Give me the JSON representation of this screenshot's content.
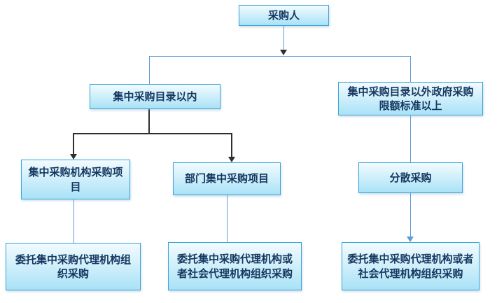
{
  "diagram": {
    "nodes": {
      "purchaser": "采购人",
      "within_catalog": "集中采购目录以内",
      "outside_catalog": "集中采购目录以外政府采购限额标准以上",
      "agency_project": "集中采购机构采购项目",
      "dept_project": "部门集中采购项目",
      "decentralized": "分散采购",
      "entrust_central": "委托集中采购代理机构组织采购",
      "entrust_central_or_social_mid": "委托集中采购代理机构或者社会代理机构组织采购",
      "entrust_central_or_social_right": "委托集中采购代理机构或者社会代理机构组织采购"
    },
    "colors": {
      "box_border": "#38a3d8",
      "box_fill_top": "#f2fbff",
      "box_fill_bottom": "#a9e2f7",
      "text": "#14375f",
      "line_blue": "#5b9bd5",
      "line_dark": "#2f2f2f"
    }
  }
}
